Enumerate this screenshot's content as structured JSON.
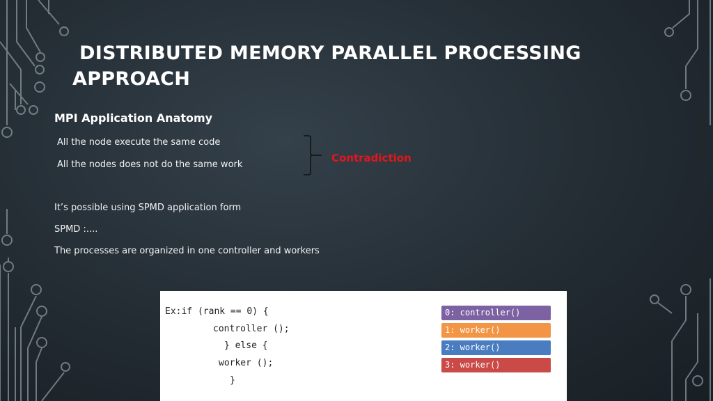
{
  "slide": {
    "title_line1": "DISTRIBUTED MEMORY PARALLEL PROCESSING",
    "title_line2": "APPROACH",
    "subtitle": "MPI Application Anatomy",
    "bullets_group": [
      "All the node execute the same code",
      "All the nodes does not do the same work"
    ],
    "contradiction_label": "Contradiction",
    "bullets_after": [
      "It’s possible using SPMD application form",
      "SPMD :....",
      "The processes are organized in one controller and workers"
    ]
  },
  "code_example": {
    "lines": [
      "Ex:if (rank == 0) {",
      "controller ();",
      "} else {",
      "worker ();",
      "}"
    ],
    "processes": [
      {
        "label": "0: controller()",
        "color": "#7d62a3"
      },
      {
        "label": "1: worker()",
        "color": "#f29544"
      },
      {
        "label": "2: worker()",
        "color": "#4a7dc0"
      },
      {
        "label": "3: worker()",
        "color": "#c94a47"
      }
    ]
  },
  "colors": {
    "accent_red": "#e5161a",
    "circuit_line": "#8b969d"
  }
}
